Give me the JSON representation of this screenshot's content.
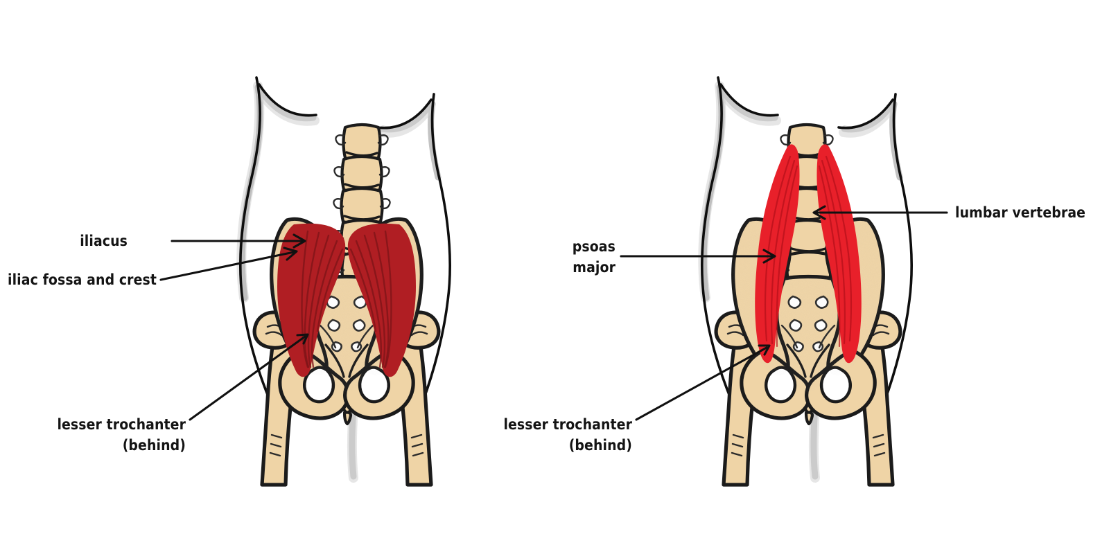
{
  "figure": {
    "title": "Iliopsoas muscle group — anterior view of pelvis",
    "background_color": "#ffffff",
    "bone_color": "#efd4a6",
    "outline_color": "#111111",
    "shading_color": "#b9b9b9"
  },
  "panels": [
    {
      "id": "left",
      "name": "iliacus-panel",
      "muscle_name": "iliacus",
      "muscle_color": "#b01e23",
      "labels": [
        {
          "id": "iliacus",
          "text": "iliacus",
          "lines": [
            "iliacus"
          ]
        },
        {
          "id": "iliac-fossa",
          "text": "iliac fossa and crest",
          "lines": [
            "iliac fossa and crest"
          ]
        },
        {
          "id": "lesser-troch-l",
          "text": "lesser trochanter (behind)",
          "lines": [
            "lesser trochanter",
            "(behind)"
          ]
        }
      ]
    },
    {
      "id": "right",
      "name": "psoas-panel",
      "muscle_name": "psoas major",
      "muscle_color": "#e8202a",
      "labels": [
        {
          "id": "psoas-major",
          "text": "psoas major",
          "lines": [
            "psoas",
            "major"
          ]
        },
        {
          "id": "lumbar-vert",
          "text": "lumbar vertebrae",
          "lines": [
            "lumbar vertebrae"
          ]
        },
        {
          "id": "lesser-troch-r",
          "text": "lesser trochanter (behind)",
          "lines": [
            "lesser trochanter",
            "(behind)"
          ]
        }
      ]
    }
  ],
  "anatomy": {
    "lumbar_vertebrae_count": 5,
    "structures": [
      "lumbar vertebrae",
      "sacrum",
      "coccyx",
      "ilium",
      "iliac crest",
      "iliac fossa",
      "obturator foramen",
      "femur",
      "greater trochanter",
      "lesser trochanter",
      "pubic symphysis"
    ]
  }
}
